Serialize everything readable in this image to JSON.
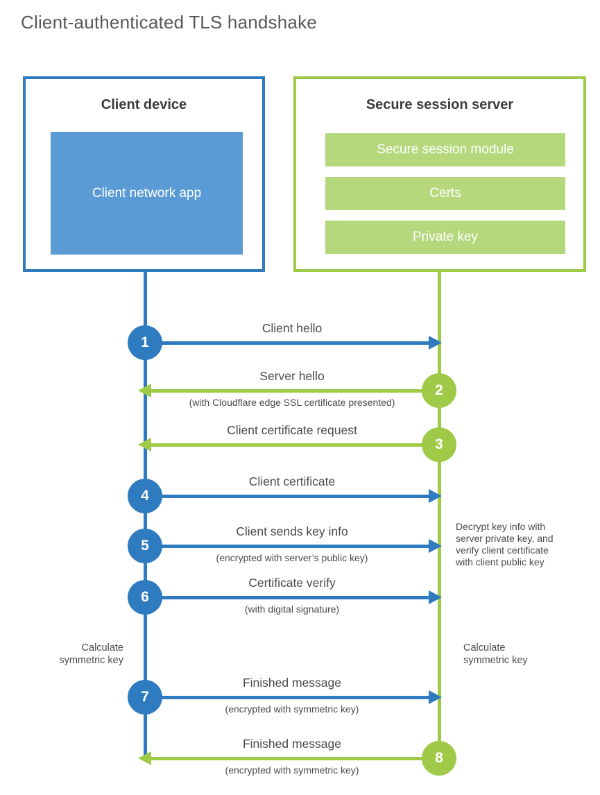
{
  "title": "Client-authenticated TLS handshake",
  "colors": {
    "blue": "#2f7bbf",
    "blue_fill": "#5b9bd5",
    "green": "#9fca47",
    "green_fill": "#b6d87d",
    "heading_text": "#3b3b3b",
    "label_text": "#4a4a4a",
    "title_text": "#57585a"
  },
  "client_box": {
    "title": "Client device",
    "app_label": "Client network app"
  },
  "server_box": {
    "title": "Secure session server",
    "modules": [
      "Secure session module",
      "Certs",
      "Private key"
    ]
  },
  "steps": [
    {
      "num": "1",
      "actor": "client",
      "direction": "right",
      "label": "Client hello",
      "sublabel": ""
    },
    {
      "num": "2",
      "actor": "server",
      "direction": "left",
      "label": "Server hello",
      "sublabel": "(with Cloudflare edge SSL certificate presented)"
    },
    {
      "num": "3",
      "actor": "server",
      "direction": "left",
      "label": "Client certificate request",
      "sublabel": ""
    },
    {
      "num": "4",
      "actor": "client",
      "direction": "right",
      "label": "Client certificate",
      "sublabel": ""
    },
    {
      "num": "5",
      "actor": "client",
      "direction": "right",
      "label": "Client sends key info",
      "sublabel": "(encrypted with server’s public key)"
    },
    {
      "num": "6",
      "actor": "client",
      "direction": "right",
      "label": "Certificate verify",
      "sublabel": "(with digital signature)"
    },
    {
      "num": "7",
      "actor": "client",
      "direction": "right",
      "label": "Finished message",
      "sublabel": "(encrypted with symmetric key)"
    },
    {
      "num": "8",
      "actor": "server",
      "direction": "left",
      "label": "Finished message",
      "sublabel": "(encrypted with symmetric key)"
    }
  ],
  "annotations": {
    "decrypt_note": "Decrypt key info with\nserver private key, and\nverify client certificate\nwith client public key",
    "calc_left": "Calculate\nsymmetric key",
    "calc_right": "Calculate\nsymmetric key"
  }
}
